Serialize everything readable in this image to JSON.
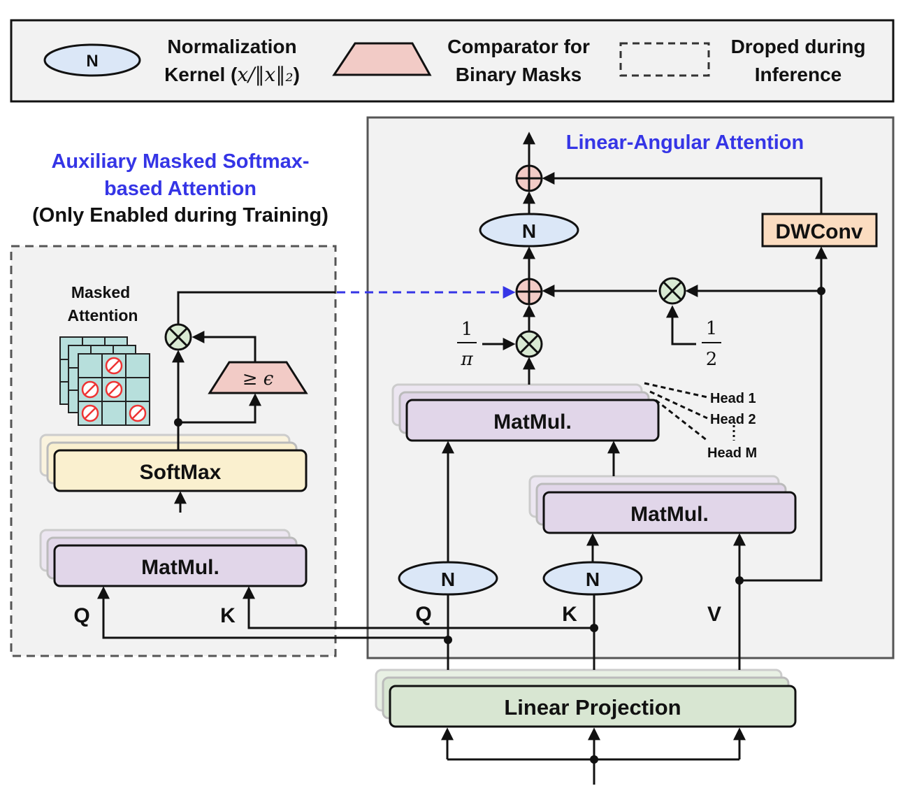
{
  "legend": {
    "norm_symbol": "N",
    "norm_line1": "Normalization",
    "norm_line2_prefix": "Kernel (",
    "norm_math": "x/‖x‖₂",
    "norm_line2_suffix": ")",
    "comparator_line1": "Comparator for",
    "comparator_line2": "Binary Masks",
    "dropped_line1": "Droped during",
    "dropped_line2": "Inference"
  },
  "left_panel": {
    "title_line1": "Auxiliary Masked Softmax-",
    "title_line2": "based Attention",
    "title_line3": "(Only Enabled during Training)",
    "masked_line1": "Masked",
    "masked_line2": "Attention",
    "comparator_label": "≥ ϵ",
    "softmax_label": "SoftMax",
    "matmul_label": "MatMul.",
    "q_label": "Q",
    "k_label": "K"
  },
  "right_panel": {
    "title": "Linear-Angular Attention",
    "n_label": "N",
    "dwconv_label": "DWConv",
    "matmul_top_label": "MatMul.",
    "matmul_bottom_label": "MatMul.",
    "head1": "Head 1",
    "head2": "Head 2",
    "headm": "Head M",
    "frac_pi_num": "1",
    "frac_pi_den": "π",
    "frac_half_num": "1",
    "frac_half_den": "2",
    "q_label": "Q",
    "k_label": "K",
    "v_label": "V"
  },
  "linear_projection_label": "Linear Projection",
  "colors": {
    "norm_fill": "#dbe7f7",
    "comparator_fill": "#f2cbc6",
    "dropped_fill": "#f2f2f2",
    "softmax_fill": "#faf0cf",
    "matmul_fill": "#e1d6e9",
    "linear_fill": "#d8e6d2",
    "dwconv_fill": "#fbdcc0",
    "plus_fill": "#f2cbc6",
    "times_fill": "#d9ead3",
    "mask_cell": "#b7dfdc",
    "title_blue": "#3535e6"
  }
}
